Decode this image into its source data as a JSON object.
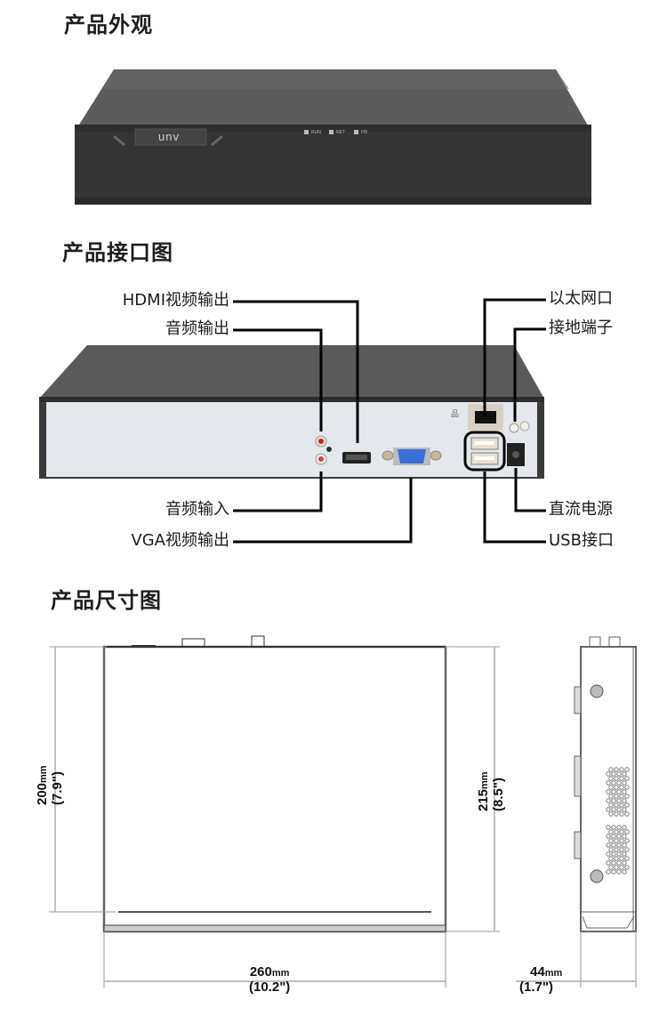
{
  "sections": {
    "appearance_title": "产品外观",
    "interface_title": "产品接口图",
    "dimension_title": "产品尺寸图"
  },
  "front_panel": {
    "brand": "UNV",
    "leds": [
      "RUN",
      "NET",
      "HD"
    ]
  },
  "interfaces": {
    "left_top": [
      {
        "label": "HDMI视频输出"
      },
      {
        "label": "音频输出"
      }
    ],
    "left_bottom": [
      {
        "label": "音频输入"
      },
      {
        "label": "VGA视频输出"
      }
    ],
    "right_top": [
      {
        "label": "以太网口"
      },
      {
        "label": "接地端子"
      }
    ],
    "right_bottom": [
      {
        "label": "直流电源"
      },
      {
        "label": "USB接口"
      }
    ]
  },
  "dimensions": {
    "depth_front": {
      "value": "200",
      "unit": "mm",
      "inch": "(7.9\")"
    },
    "depth_total": {
      "value": "215",
      "unit": "mm",
      "inch": "(8.5\")"
    },
    "width": {
      "value": "260",
      "unit": "mm",
      "inch": "(10.2\")"
    },
    "height": {
      "value": "44",
      "unit": "mm",
      "inch": "(1.7\")"
    }
  },
  "colors": {
    "device_dark": "#3a3a3a",
    "panel_light": "#e4e8ec",
    "vga_blue": "#3a6fd8",
    "callout_line": "#000000"
  }
}
